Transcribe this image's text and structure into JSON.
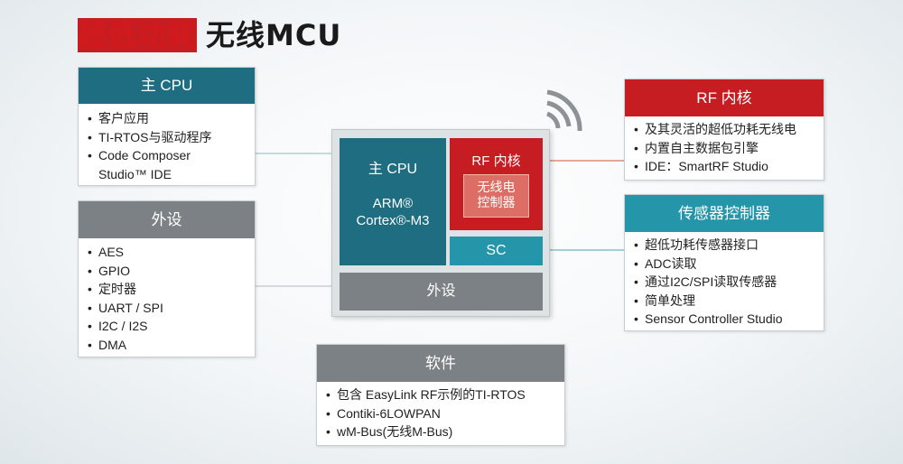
{
  "title": {
    "highlight": "超低功耗",
    "rest": "无线MCU"
  },
  "main_cpu_box": {
    "header": "主 CPU",
    "items": [
      "客户应用",
      "TI-RTOS与驱动程序",
      "Code Composer",
      "Studio™  IDE"
    ]
  },
  "peripherals_box": {
    "header": "外设",
    "items": [
      "AES",
      "GPIO",
      "定时器",
      "UART / SPI",
      "I2C / I2S",
      "DMA"
    ]
  },
  "rf_core_box": {
    "header": "RF 内核",
    "items": [
      "及其灵活的超低功耗无线电",
      "内置自主数据包引擎",
      "IDE：SmartRF Studio"
    ]
  },
  "sensor_box": {
    "header": "传感器控制器",
    "items": [
      "超低功耗传感器接口",
      "ADC读取",
      "通过I2C/SPI读取传感器",
      "简单处理",
      "Sensor Controller Studio"
    ]
  },
  "software_box": {
    "header": "软件",
    "items": [
      "包含 EasyLink RF示例的TI-RTOS",
      "Contiki-6LOWPAN",
      "wM-Bus(无线M-Bus)"
    ]
  },
  "chip": {
    "cpu_title": "主 CPU",
    "cpu_core_line1": "ARM®",
    "cpu_core_line2": "Cortex®-M3",
    "rf_title": "RF 内核",
    "radio_line1": "无线电",
    "radio_line2": "控制器",
    "sc_label": "SC",
    "periph_label": "外设"
  },
  "colors": {
    "title_red": "#d2191c",
    "teal": "#1e6d80",
    "gray": "#7b8185",
    "rf_red": "#c61d22",
    "sc_teal": "#2596a9"
  },
  "icons": {
    "wireless": "wifi-signal-icon"
  }
}
